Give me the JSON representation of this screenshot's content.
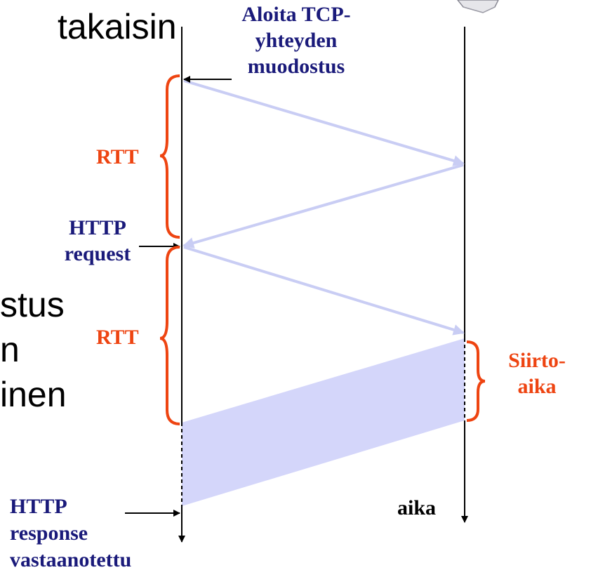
{
  "slide_text_fragments": [
    "takaisin",
    "stus",
    "n",
    "inen"
  ],
  "labels": {
    "tcp_init": "Aloita TCP-\nyhteyden\nmuodostus",
    "rtt_1": "RTT",
    "http_request": "HTTP\nrequest",
    "rtt_2": "RTT",
    "transmission_time": "Siirto-\naika",
    "http_response": "HTTP\nresponse\nvastaanotettu",
    "time_axis": "aika"
  },
  "colors": {
    "navy_text": "#1a1a7a",
    "orange": "#ee4411",
    "signal_arrow": "#c9cdf4",
    "data_fill": "#d4d6fa",
    "timeline": "#000000"
  },
  "icons": {
    "computer_corner": "computer-icon"
  }
}
